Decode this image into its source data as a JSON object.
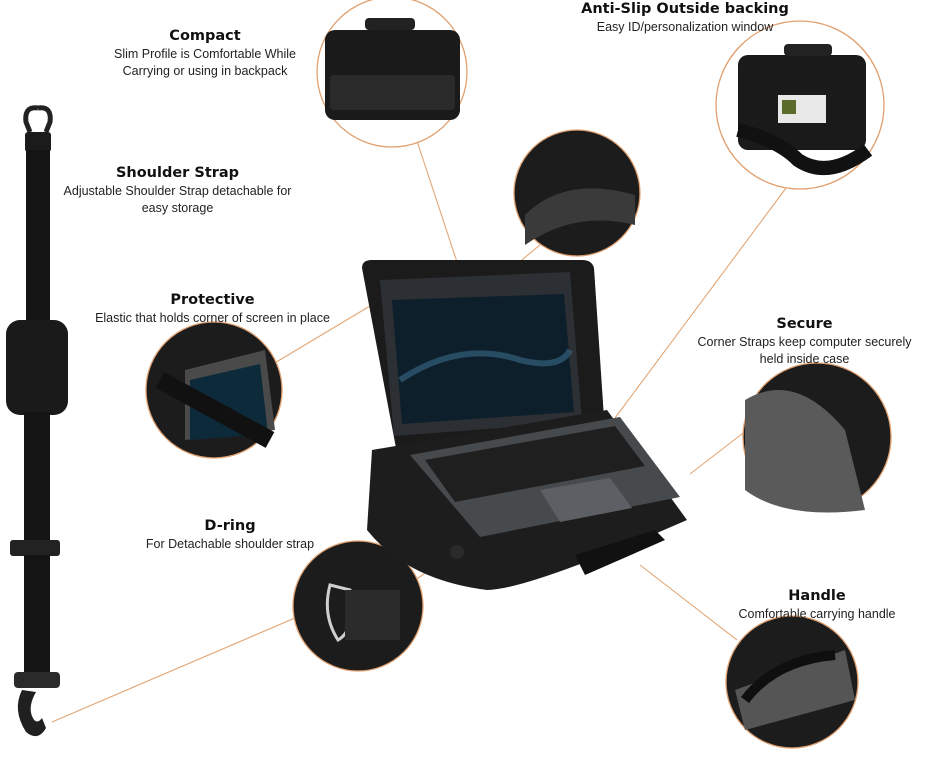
{
  "features": {
    "compact": {
      "title": "Compact",
      "desc1": "Slim Profile is Comfortable While",
      "desc2": "Carrying or using in backpack"
    },
    "anti_slip": {
      "title": "Anti-Slip Outside backing",
      "desc1": "Easy ID/personalization window"
    },
    "shoulder_strap": {
      "title": "Shoulder Strap",
      "desc1": "Adjustable Shoulder Strap detachable for",
      "desc2": "easy storage"
    },
    "protective": {
      "title": "Protective",
      "desc1": "Elastic that holds corner of screen in place"
    },
    "secure": {
      "title": "Secure",
      "desc1": "Corner Straps keep computer securely",
      "desc2": "held inside case"
    },
    "d_ring": {
      "title": "D-ring",
      "desc1": "For Detachable shoulder strap"
    },
    "handle": {
      "title": "Handle",
      "desc1": "Comfortable carrying handle"
    }
  },
  "colors": {
    "accent_line": "#e3a675",
    "case_black": "#1c1c1c",
    "text": "#111111"
  }
}
